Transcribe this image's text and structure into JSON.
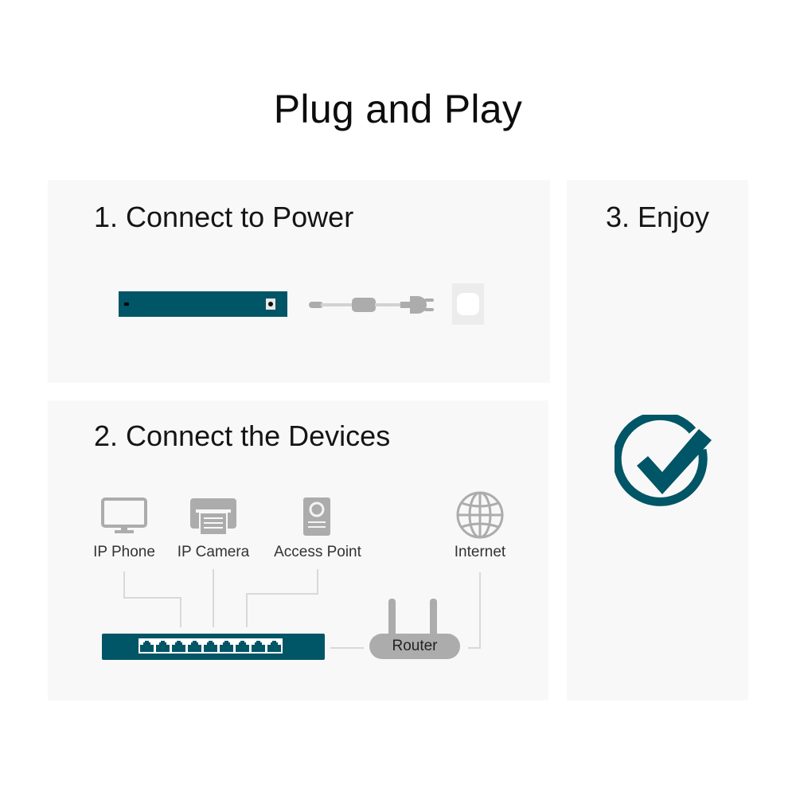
{
  "title": "Plug and Play",
  "colors": {
    "accent": "#005566",
    "icon_gray": "#acacac",
    "panel_bg": "#f8f8f8",
    "line_gray": "#d9d9d9"
  },
  "steps": [
    {
      "label": "1. Connect to Power",
      "items": [
        "switch-rear",
        "power-adapter",
        "wall-outlet"
      ]
    },
    {
      "label": "2. Connect the Devices",
      "devices": [
        {
          "label": "IP Phone",
          "icon": "monitor-icon"
        },
        {
          "label": "IP Camera",
          "icon": "printer-icon"
        },
        {
          "label": "Access Point",
          "icon": "access-point-icon"
        },
        {
          "label": "Internet",
          "icon": "globe-icon"
        }
      ],
      "router_label": "Router",
      "switch_port_count": 9
    },
    {
      "label": "3. Enjoy",
      "icon": "check-circle-icon"
    }
  ]
}
